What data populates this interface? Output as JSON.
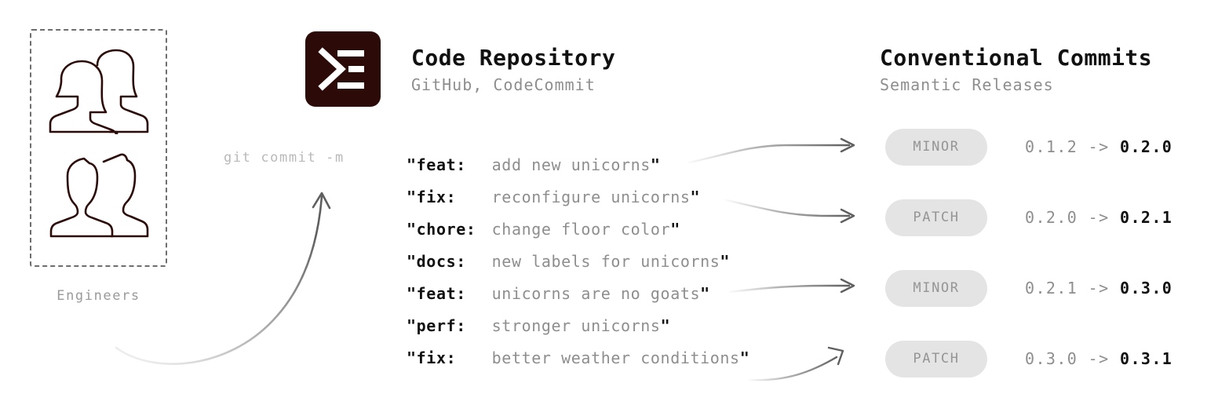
{
  "engineers": {
    "label": "Engineers",
    "icon_women": "two-women-icon",
    "icon_men": "two-men-icon"
  },
  "git_command": {
    "label": "git commit -m"
  },
  "repository": {
    "icon": "terminal-prompt-icon",
    "title": "Code Repository",
    "subtitle": "GitHub, CodeCommit"
  },
  "commits": [
    {
      "quote_open": "\"",
      "type": "feat:",
      "desc": "add new unicorns",
      "quote_close": "\""
    },
    {
      "quote_open": "\"",
      "type": "fix:",
      "desc": "reconfigure unicorns",
      "quote_close": "\""
    },
    {
      "quote_open": "\"",
      "type": "chore:",
      "desc": "change floor color",
      "quote_close": "\""
    },
    {
      "quote_open": "\"",
      "type": "docs:",
      "desc": "new labels for unicorns",
      "quote_close": "\""
    },
    {
      "quote_open": "\"",
      "type": "feat:",
      "desc": "unicorns are no goats",
      "quote_close": "\""
    },
    {
      "quote_open": "\"",
      "type": "perf:",
      "desc": "stronger unicorns",
      "quote_close": "\""
    },
    {
      "quote_open": "\"",
      "type": "fix:",
      "desc": "better weather conditions",
      "quote_close": "\""
    }
  ],
  "conventional_commits": {
    "title": "Conventional Commits",
    "subtitle": "Semantic Releases"
  },
  "releases": [
    {
      "badge": "MINOR",
      "from": "0.1.2",
      "arrow": "->",
      "to": "0.2.0"
    },
    {
      "badge": "PATCH",
      "from": "0.2.0",
      "arrow": "->",
      "to": "0.2.1"
    },
    {
      "badge": "MINOR",
      "from": "0.2.1",
      "arrow": "->",
      "to": "0.3.0"
    },
    {
      "badge": "PATCH",
      "from": "0.3.0",
      "arrow": "->",
      "to": "0.3.1"
    }
  ],
  "colors": {
    "ink": "#2C0A07",
    "text_dark": "#111111",
    "text_muted": "#8e8e8e",
    "badge_bg": "#e4e4e4",
    "dashed_border": "#6e6e6e",
    "arrow": "#6b6b6b"
  }
}
